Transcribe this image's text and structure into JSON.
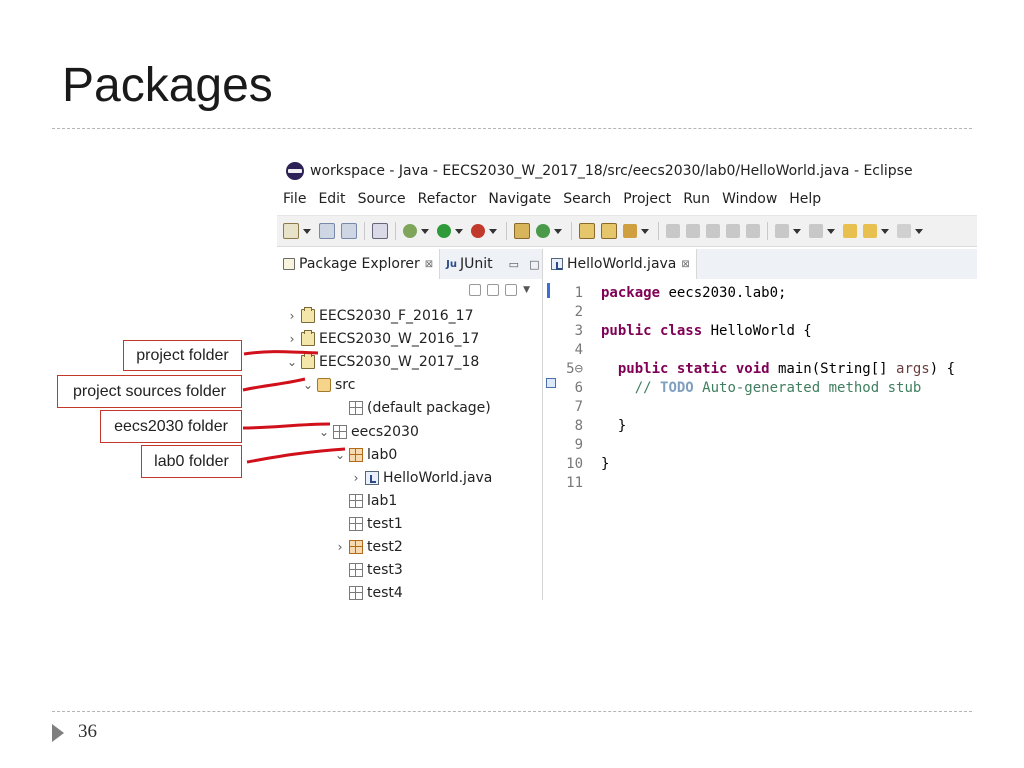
{
  "slide": {
    "title": "Packages",
    "page_number": "36"
  },
  "window": {
    "title": "workspace - Java - EECS2030_W_2017_18/src/eecs2030/lab0/HelloWorld.java - Eclipse"
  },
  "menu": [
    "File",
    "Edit",
    "Source",
    "Refactor",
    "Navigate",
    "Search",
    "Project",
    "Run",
    "Window",
    "Help"
  ],
  "explorer": {
    "tab_label": "Package Explorer",
    "tab_close": "⊠",
    "junit_tab_label": "JUnit",
    "tree": [
      {
        "label": "EECS2030_F_2016_17",
        "icon": "project-icon",
        "expander": "›"
      },
      {
        "label": "EECS2030_W_2016_17",
        "icon": "project-icon",
        "expander": "›"
      },
      {
        "label": "EECS2030_W_2017_18",
        "icon": "project-icon",
        "expander": "⌄"
      },
      {
        "label": "src",
        "icon": "source-folder-icon",
        "expander": "⌄"
      },
      {
        "label": "(default package)",
        "icon": "package-icon",
        "expander": ""
      },
      {
        "label": "eecs2030",
        "icon": "package-icon",
        "expander": "⌄"
      },
      {
        "label": "lab0",
        "icon": "package-active-icon",
        "expander": "⌄"
      },
      {
        "label": "HelloWorld.java",
        "icon": "java-file-icon",
        "expander": "›"
      },
      {
        "label": "lab1",
        "icon": "package-icon",
        "expander": ""
      },
      {
        "label": "test1",
        "icon": "package-icon",
        "expander": ""
      },
      {
        "label": "test2",
        "icon": "package-active-icon",
        "expander": "›"
      },
      {
        "label": "test3",
        "icon": "package-icon",
        "expander": ""
      },
      {
        "label": "test4",
        "icon": "package-icon",
        "expander": ""
      }
    ]
  },
  "editor": {
    "tab_label": "HelloWorld.java",
    "tab_close": "⊠",
    "lines": [
      {
        "n": "1",
        "tokens": [
          {
            "c": "kw",
            "t": "package"
          },
          {
            "c": "plain",
            "t": " eecs2030.lab0;"
          }
        ]
      },
      {
        "n": "2",
        "tokens": []
      },
      {
        "n": "3",
        "tokens": [
          {
            "c": "kw",
            "t": "public class"
          },
          {
            "c": "plain",
            "t": " HelloWorld {"
          }
        ]
      },
      {
        "n": "4",
        "tokens": []
      },
      {
        "n": "5⊖",
        "tokens": [
          {
            "c": "plain",
            "t": "  "
          },
          {
            "c": "kw",
            "t": "public static void"
          },
          {
            "c": "plain",
            "t": " main(String[] "
          },
          {
            "c": "arg",
            "t": "args"
          },
          {
            "c": "plain",
            "t": ") {"
          }
        ]
      },
      {
        "n": "6",
        "tokens": [
          {
            "c": "cm",
            "t": "    // "
          },
          {
            "c": "todo",
            "t": "TODO"
          },
          {
            "c": "cm",
            "t": " Auto-generated method stub"
          }
        ]
      },
      {
        "n": "7",
        "tokens": []
      },
      {
        "n": "8",
        "tokens": [
          {
            "c": "plain",
            "t": "  }"
          }
        ]
      },
      {
        "n": "9",
        "tokens": []
      },
      {
        "n": "10",
        "tokens": [
          {
            "c": "plain",
            "t": "}"
          }
        ]
      },
      {
        "n": "11",
        "tokens": []
      }
    ]
  },
  "callouts": [
    "project folder",
    "project sources folder",
    "eecs2030 folder",
    "lab0 folder"
  ],
  "colors": {
    "callout_border": "#c0392b",
    "annotation_line": "#d0101a",
    "keyword": "#7f0055",
    "comment": "#3f7f5f"
  }
}
